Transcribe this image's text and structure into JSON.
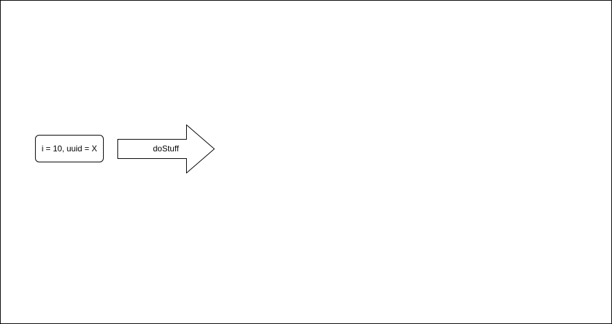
{
  "diagram": {
    "nodes": [
      {
        "id": "state",
        "label": "i = 10, uuid = X"
      }
    ],
    "edges": [
      {
        "from": "state",
        "label": "doStuff"
      }
    ]
  },
  "colors": {
    "stroke": "#000000",
    "fill": "#ffffff"
  }
}
